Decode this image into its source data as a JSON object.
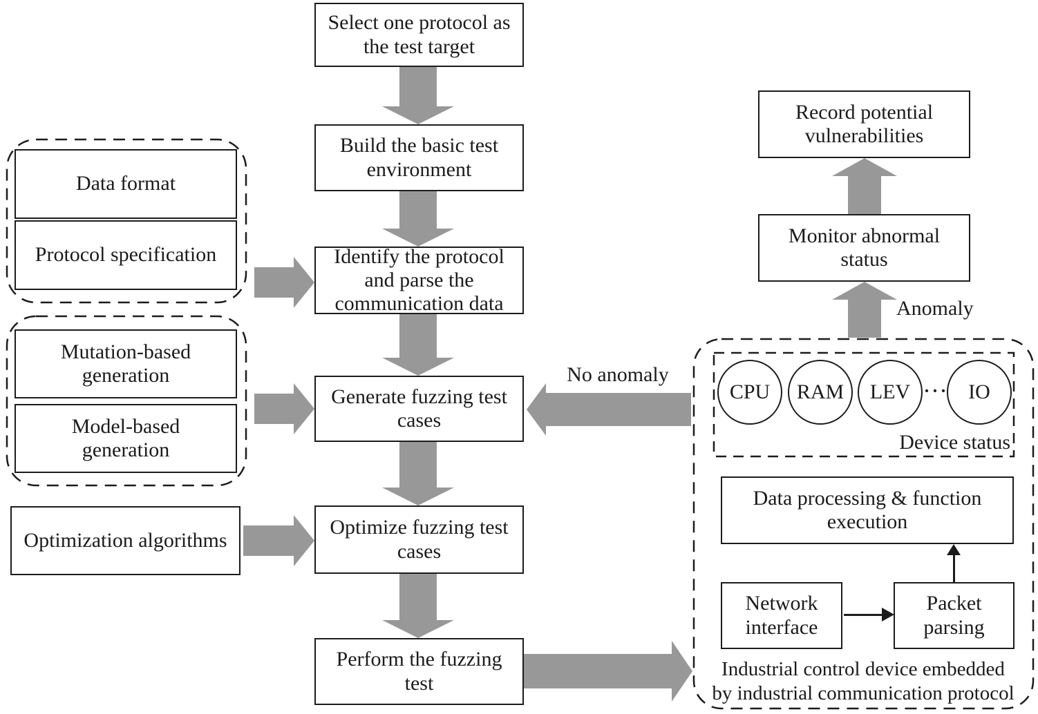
{
  "colors": {
    "arrow": "#989898",
    "line": "#1b1b1b",
    "text": "#1b1b1b",
    "bg": "#ffffff"
  },
  "pipeline": {
    "select_protocol": "Select one protocol as the test target",
    "build_environment": "Build the basic test environment",
    "identify_parse": "Identify the protocol and parse the communication data",
    "generate_cases": "Generate fuzzing test cases",
    "optimize_cases": "Optimize fuzzing test cases",
    "perform_test": "Perform the fuzzing test"
  },
  "protocol_knowledge": {
    "data_format": "Data format",
    "protocol_specification": "Protocol specification"
  },
  "generation_methods": {
    "mutation_based": "Mutation-based generation",
    "model_based": "Model-based generation"
  },
  "optimization": {
    "label": "Optimization algorithms"
  },
  "monitoring": {
    "record_vulnerabilities": "Record potential vulnerabilities",
    "monitor_status": "Monitor abnormal status",
    "anomaly": "Anomaly",
    "no_anomaly": "No anomaly"
  },
  "device": {
    "status_circles": [
      "CPU",
      "RAM",
      "LEV",
      "IO"
    ],
    "ellipsis": "···",
    "status_label": "Device status",
    "data_processing": "Data processing & function execution",
    "network_interface": "Network interface",
    "packet_parsing": "Packet parsing",
    "caption_line1": "Industrial control device embedded",
    "caption_line2": "by industrial communication protocol"
  }
}
